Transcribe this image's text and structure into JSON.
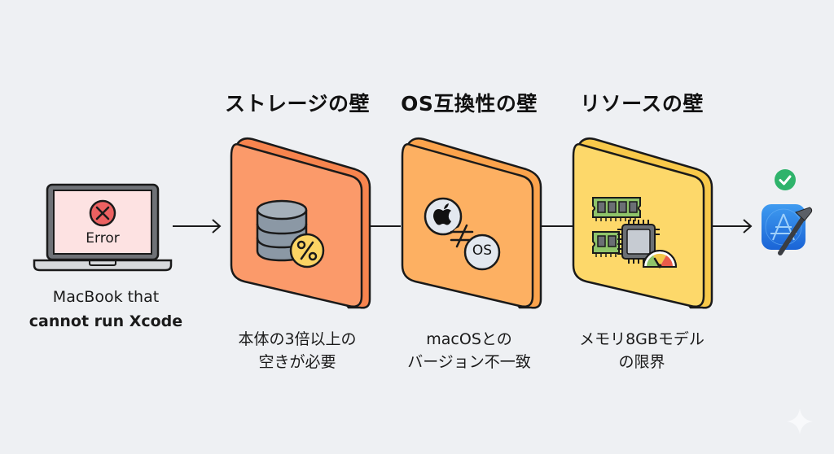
{
  "laptop": {
    "error_label": "Error",
    "caption_line1": "MacBook that",
    "caption_line2": "cannot run Xcode"
  },
  "walls": [
    {
      "title": "ストレージの壁",
      "icon": "database-percent-icon",
      "caption_line1": "本体の3倍以上の",
      "caption_line2": "空きが必要",
      "color": "#fb9a6a"
    },
    {
      "title": "OS互換性の壁",
      "icon": "apple-not-equal-os-icon",
      "os_label": "OS",
      "caption_line1": "macOSとの",
      "caption_line2": "バージョン不一致",
      "color": "#fdb062"
    },
    {
      "title": "リソースの壁",
      "icon": "memory-cpu-gauge-icon",
      "caption_line1": "メモリ8GBモデル",
      "caption_line2": "の限界",
      "color": "#fdd86a"
    }
  ],
  "goal": {
    "icon": "xcode-icon",
    "status_icon": "check-circle-icon",
    "status_color": "#2fb36b"
  }
}
